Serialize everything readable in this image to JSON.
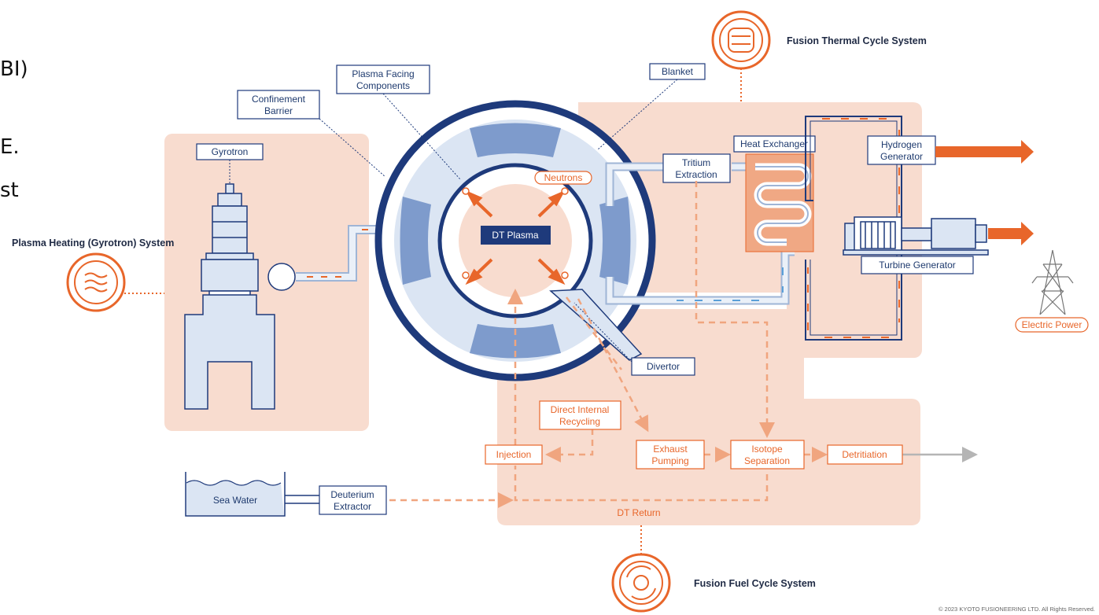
{
  "side_text": [
    "BI)",
    "E.",
    "st"
  ],
  "systems": {
    "thermal": "Fusion Thermal Cycle System",
    "heating": "Plasma Heating (Gyrotron) System",
    "fuel": "Fusion Fuel Cycle System"
  },
  "components": {
    "gyrotron": "Gyrotron",
    "confinement_1": "Confinement",
    "confinement_2": "Barrier",
    "pfc_1": "Plasma Facing",
    "pfc_2": "Components",
    "blanket": "Blanket",
    "neutrons": "Neutrons",
    "plasma": "DT Plasma",
    "tritium_1": "Tritium",
    "tritium_2": "Extraction",
    "heat_exchanger": "Heat Exchanger",
    "hydrogen_1": "Hydrogen",
    "hydrogen_2": "Generator",
    "turbine": "Turbine Generator",
    "electric": "Electric Power",
    "divertor": "Divertor",
    "direct_1": "Direct Internal",
    "direct_2": "Recycling",
    "injection": "Injection",
    "exhaust_1": "Exhaust",
    "exhaust_2": "Pumping",
    "isotope_1": "Isotope",
    "isotope_2": "Separation",
    "detritiation": "Detritiation",
    "sea_water": "Sea Water",
    "deuterium_1": "Deuterium",
    "deuterium_2": "Extractor",
    "dt_return": "DT Return"
  },
  "copyright": "© 2023 KYOTO FUSIONEERING LTD.  All Rights Reserved.",
  "colors": {
    "navy": "#1e3a7b",
    "orange": "#e8662a",
    "peach": "#f8dccf",
    "light_blue": "#dbe5f3"
  }
}
